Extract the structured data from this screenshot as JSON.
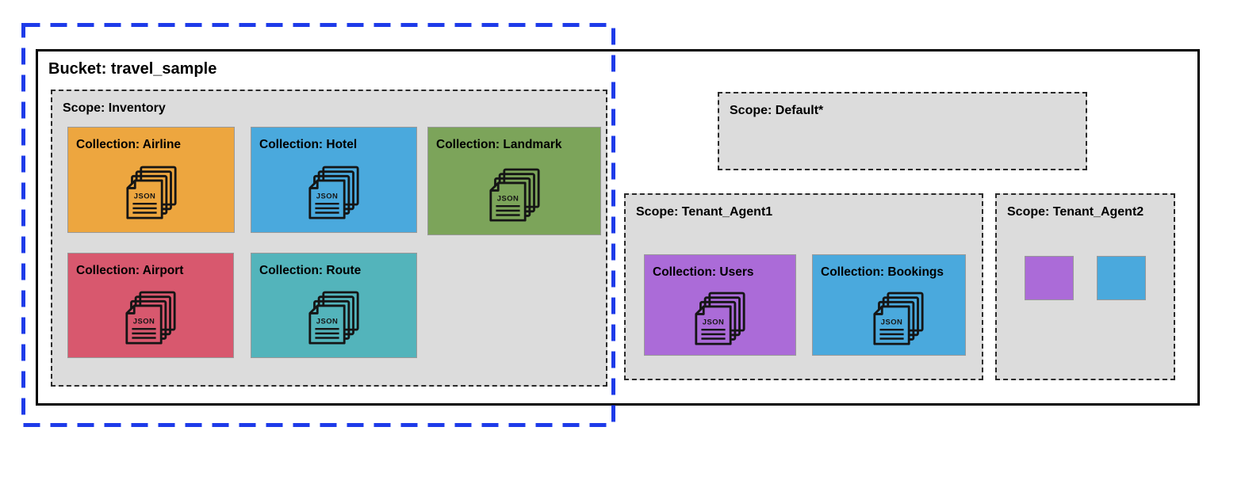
{
  "bucket": {
    "title": "Bucket: travel_sample"
  },
  "scopes": {
    "inventory": {
      "label": "Scope: Inventory"
    },
    "default": {
      "label": "Scope: Default*"
    },
    "tenant1": {
      "label": "Scope: Tenant_Agent1"
    },
    "tenant2": {
      "label": "Scope: Tenant_Agent2"
    }
  },
  "collections": {
    "airline": {
      "label": "Collection: Airline",
      "color": "#eda63f"
    },
    "hotel": {
      "label": "Collection: Hotel",
      "color": "#4aa9dd"
    },
    "landmark": {
      "label": "Collection: Landmark",
      "color": "#7ca45a"
    },
    "airport": {
      "label": "Collection: Airport",
      "color": "#d8586e"
    },
    "route": {
      "label": "Collection: Route",
      "color": "#53b4bb"
    },
    "users": {
      "label": "Collection: Users",
      "color": "#ab6bd8"
    },
    "bookings": {
      "label": "Collection: Bookings",
      "color": "#4aa9dd"
    }
  },
  "swatches": {
    "tenant2_purple": {
      "color": "#ab6bd8"
    },
    "tenant2_blue": {
      "color": "#4aa9dd"
    }
  },
  "icons": {
    "json_doc_label": "JSON"
  },
  "accents": {
    "boundary_blue": "#1e3be9",
    "bucket_border": "#000000",
    "scope_background": "#dcdcdc"
  }
}
